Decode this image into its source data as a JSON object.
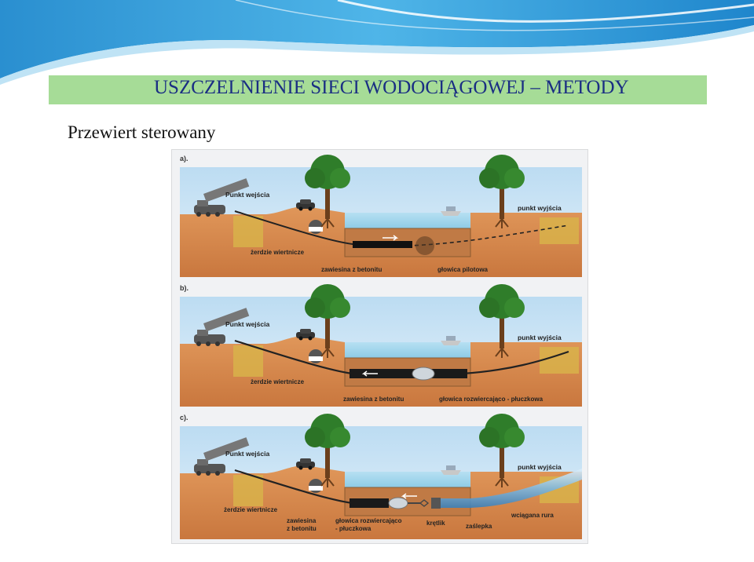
{
  "slide": {
    "title": "USZCZELNIENIE SIECI WODOCIĄGOWEJ – METODY",
    "subtitle": "Przewiert sterowany"
  },
  "colors": {
    "title_bar": "#a6dc97",
    "title_text": "#1a2e83",
    "soil": "#d98b4e",
    "water": "#9ed3ea",
    "sky": "#c9e3f4"
  },
  "diagram": {
    "panels": [
      {
        "letter": "a).",
        "labels": {
          "entry": "Punkt wejścia",
          "exit": "punkt wyjścia",
          "rods": "żerdzie wiertnicze",
          "mud": "zawiesina z betonitu",
          "head": "głowica pilotowa"
        }
      },
      {
        "letter": "b).",
        "labels": {
          "entry": "Punkt wejścia",
          "exit": "punkt wyjścia",
          "rods": "żerdzie wiertnicze",
          "mud": "zawiesina z betonitu",
          "head": "głowica rozwiercająco - płuczkowa"
        }
      },
      {
        "letter": "c).",
        "labels": {
          "entry": "Punkt wejścia",
          "exit": "punkt wyjścia",
          "rods": "żerdzie wiertnicze",
          "mud_line1": "zawiesina",
          "mud_line2": "z betonitu",
          "head_line1": "głowica rozwiercająco",
          "head_line2": "- płuczkowa",
          "swivel": "krętlik",
          "cap": "zaślepka",
          "pipe": "wciągana rura"
        }
      }
    ]
  }
}
